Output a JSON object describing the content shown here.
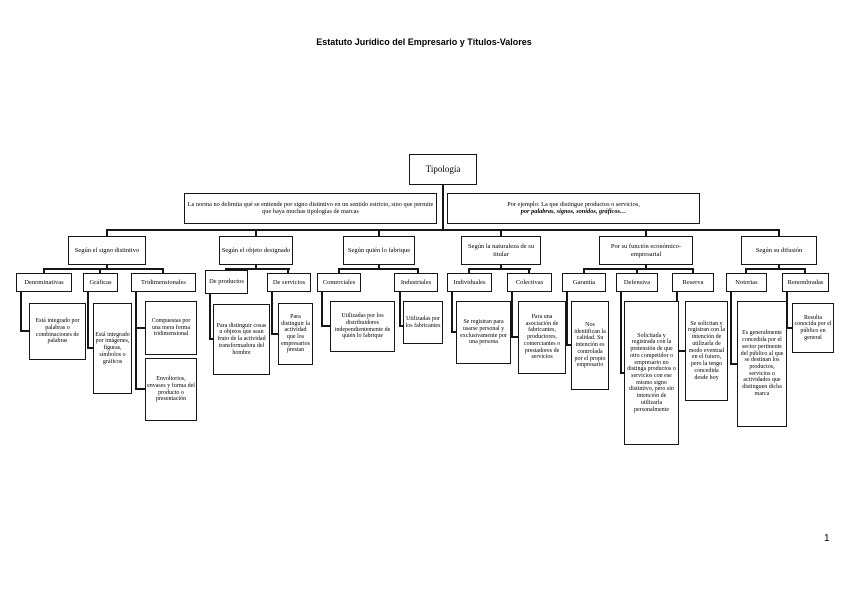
{
  "page": {
    "title": "Estatuto Jurídico del Empresario y Títulos-Valores",
    "page_number": "1"
  },
  "diagram": {
    "root_label": "Tipología",
    "note_left": "La norma no delimita qué se entiende por signo distintivo en un sentido estricto, sino que permite que haya muchas tipologías de marcas",
    "note_right": {
      "line1": "Por ejemplo: La que distingue productos o servicios,",
      "line2": "por palabras, signos, sonidos, gráficos…"
    },
    "groups": [
      {
        "label": "Según el signo distintivo",
        "children": [
          {
            "label": "Denominativas",
            "descriptions": [
              "Está integrado por palabras o combinaciones de palabras"
            ]
          },
          {
            "label": "Gráficas",
            "descriptions": [
              "Está integrado por imágenes, figuras, símbolos o gráficos"
            ]
          },
          {
            "label": "Tridimensionales",
            "descriptions": [
              "Compuestas por una mera forma tridimensional",
              "Envoltorios, envases y forma del producto o presentación"
            ]
          }
        ]
      },
      {
        "label": "Según el objeto designado",
        "children": [
          {
            "label": "De productos",
            "descriptions": [
              "Para distinguir cosas u objetos que sean fruto de la actividad transformadora del hombre"
            ]
          },
          {
            "label": "De servicios",
            "descriptions": [
              "Para distinguir la actividad que los empresarios prestan"
            ]
          }
        ]
      },
      {
        "label": "Según quién lo fabrique",
        "children": [
          {
            "label": "Comerciales",
            "descriptions": [
              "Utilizadas por los distribuidores independientemente de quién lo fabrique"
            ]
          },
          {
            "label": "Industriales",
            "descriptions": [
              "Utilizadas por los fabricantes"
            ]
          }
        ]
      },
      {
        "label": "Según la naturaleza de su titular",
        "children": [
          {
            "label": "Individuales",
            "descriptions": [
              "Se registran para usarse personal y exclusivamente por una persona"
            ]
          },
          {
            "label": "Colectivas",
            "descriptions": [
              "Para una asociación de fabricantes, productores, comerciantes o prestadores de servicios"
            ]
          }
        ]
      },
      {
        "label": "Por su función económico-empresarial",
        "children": [
          {
            "label": "Garantía",
            "descriptions": [
              "Nos identifican la calidad. Su intención es controlada por el propio empresario"
            ]
          },
          {
            "label": "Defensiva",
            "descriptions": [
              "Solicitada y registrada con la pretensión de que otro competidor o empresario no distinga productos o servicios con ese mismo signo distintivo, pero sin intención de utilizarla personalmente"
            ]
          },
          {
            "label": "Reserva",
            "descriptions": [
              "Se solicitan y registran con la intención de utilizarla de modo eventual en el futuro, pero la tengo concedida desde hoy"
            ]
          }
        ]
      },
      {
        "label": "Según su difusión",
        "children": [
          {
            "label": "Notorias",
            "descriptions": [
              "Es generalmente concedida por el sector pertinente del público al que se destinan los productos, servicios o actividades que distinguen dicha marca"
            ]
          },
          {
            "label": "Renombradas",
            "descriptions": [
              "Resulta conocida por el público en general"
            ]
          }
        ]
      }
    ]
  }
}
